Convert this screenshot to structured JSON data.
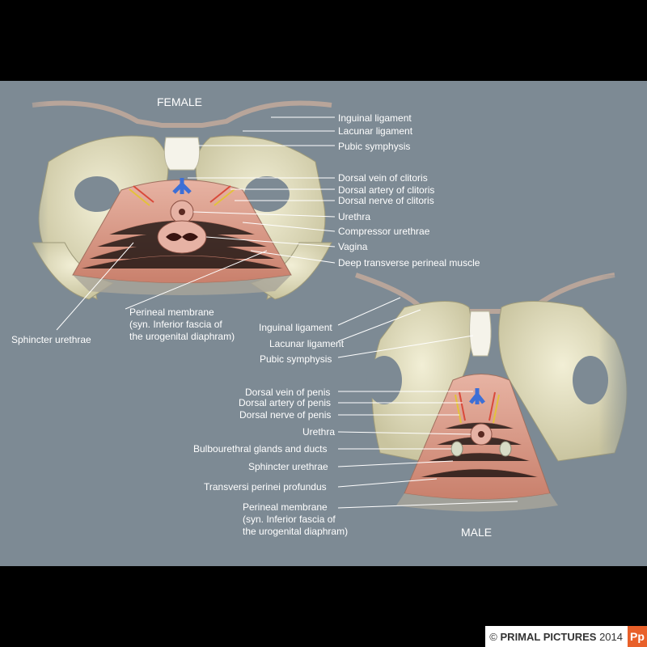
{
  "female": {
    "title": "FEMALE",
    "labels": {
      "inguinal_ligament": "Inguinal ligament",
      "lacunar_ligament": "Lacunar ligament",
      "pubic_symphysis": "Pubic symphysis",
      "dorsal_vein": "Dorsal vein of clitoris",
      "dorsal_artery": "Dorsal artery of clitoris",
      "dorsal_nerve": "Dorsal nerve of clitoris",
      "urethra": "Urethra",
      "compressor_urethrae": "Compressor urethrae",
      "vagina": "Vagina",
      "deep_transverse": "Deep transverse perineal muscle",
      "perineal_membrane": [
        "Perineal membrane",
        "(syn. Inferior fascia of",
        "the urogenital diaphram)"
      ],
      "sphincter_urethrae": "Sphincter urethrae"
    }
  },
  "male": {
    "title": "MALE",
    "labels": {
      "inguinal_ligament": "Inguinal ligament",
      "lacunar_ligament": "Lacunar ligament",
      "pubic_symphysis": "Pubic symphysis",
      "dorsal_vein": "Dorsal vein of penis",
      "dorsal_artery": "Dorsal artery of penis",
      "dorsal_nerve": "Dorsal nerve of penis",
      "urethra": "Urethra",
      "bulbourethral": "Bulbourethral glands and ducts",
      "sphincter_urethrae": "Sphincter urethrae",
      "transversi": "Transversi perinei profundus",
      "perineal_membrane": [
        "Perineal membrane",
        "(syn. Inferior fascia of",
        "the urogenital diaphram)"
      ]
    }
  },
  "credit": {
    "copyright": "©",
    "brand": "PRIMAL PICTURES",
    "year": "2014",
    "logo_text": "Pp"
  },
  "colors": {
    "background": "#7d8a94",
    "bone": "#e6e2c2",
    "muscle": "#d79a88",
    "vein": "#3d6fd6",
    "artery": "#d94a3a",
    "nerve": "#e3c23a"
  }
}
